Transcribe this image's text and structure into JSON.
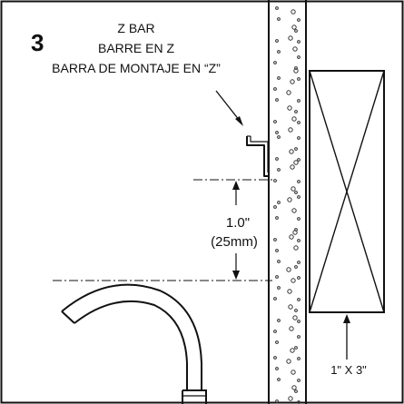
{
  "step": {
    "number": "3"
  },
  "title": {
    "line1": "Z BAR",
    "line2": "BARRE EN Z",
    "line3": "BARRA DE MONTAJE EN “Z”"
  },
  "dimension": {
    "inches": "1.0\"",
    "metric": "(25mm)"
  },
  "stud": {
    "label": "1\" X 3\""
  },
  "icons": {
    "z_bar": "z-bar-profile",
    "stud": "stud-x-cross-section",
    "faucet": "faucet-spout"
  },
  "colors": {
    "line": "#111111",
    "background": "#ffffff"
  }
}
